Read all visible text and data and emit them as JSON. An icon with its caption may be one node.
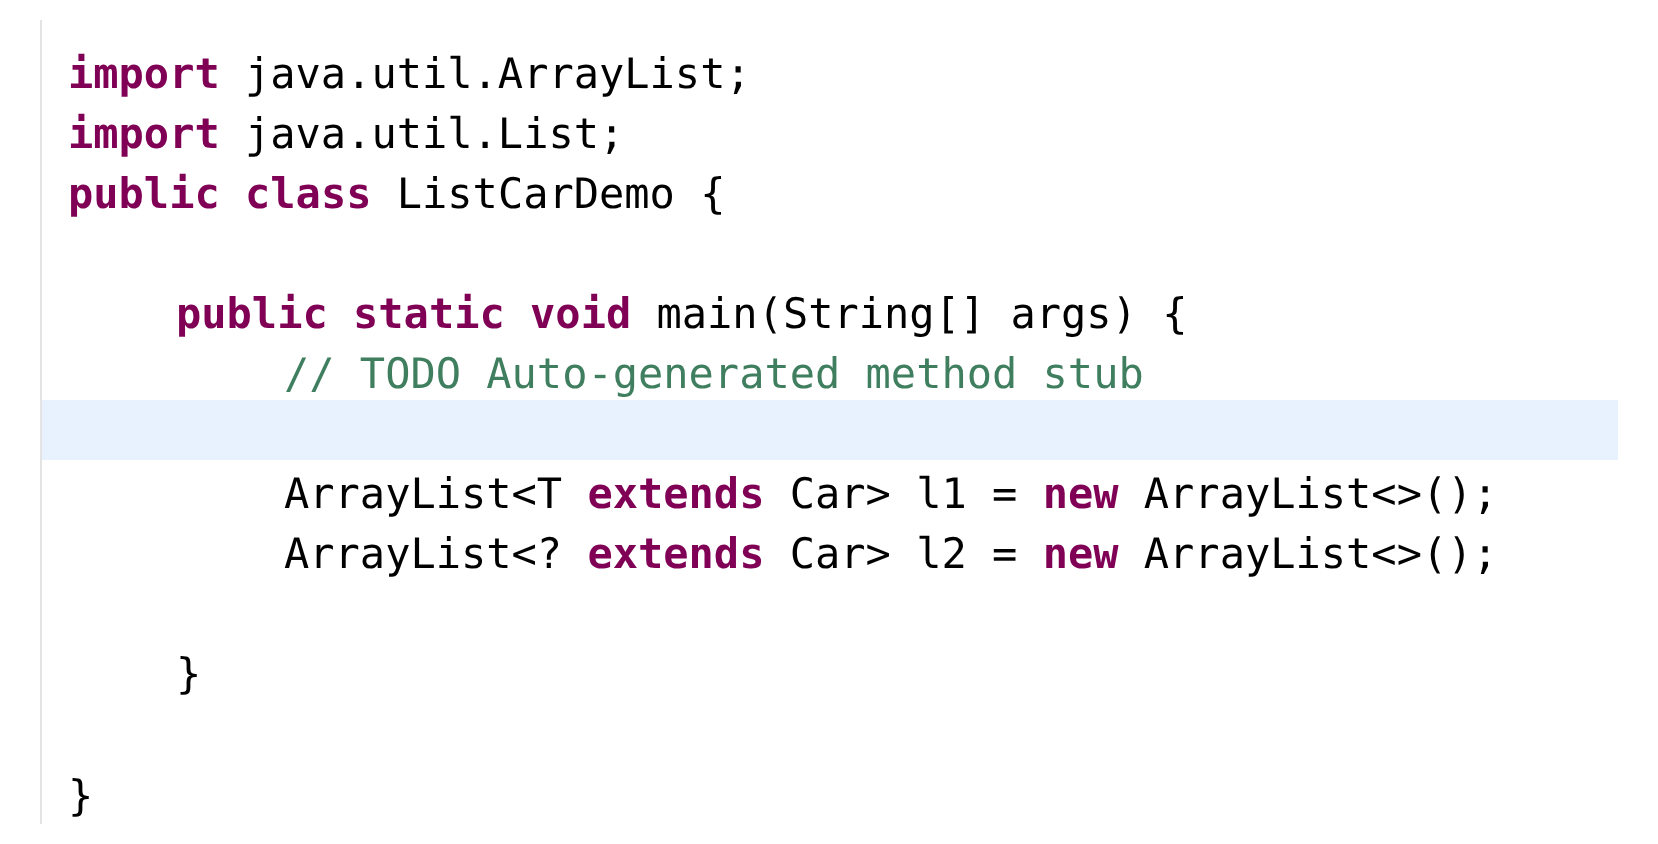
{
  "diagram": {
    "labels": [
      "**import** java.util.ArrayList;",
      "**import** java.util.List;",
      "**public** **class** ListCarDemo {",
      "**public** **static** **void** main(String[] args) {",
      "// TODO Auto-generated method stub",
      "ArrayList<T **extends** Car> l1 = **new** ArrayList<>();",
      "ArrayList<? **extends** Car> l2 = **new** ArrayList<>();",
      "}",
      "}"
    ]
  }
}
